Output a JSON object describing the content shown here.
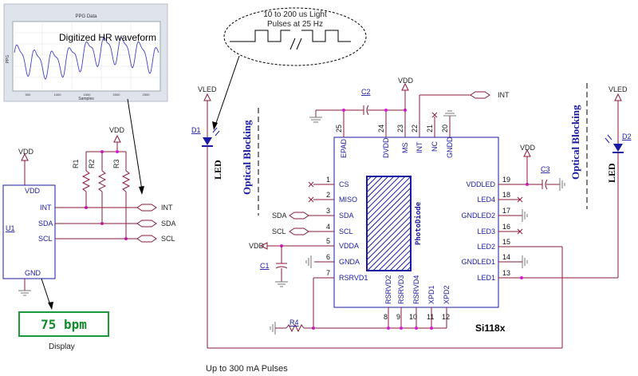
{
  "waveform": {
    "title": "PPG Data",
    "overlay_label": "Digitized HR waveform",
    "ylabel": "PPG",
    "xlabel": "Samples",
    "x_ticks": [
      "500",
      "1000",
      "1500",
      "2000",
      "2500"
    ]
  },
  "pulse_callout": {
    "line1": "10 to 200 us Light",
    "line2": "Pulses at 25 Hz"
  },
  "display": {
    "readout": "75 bpm",
    "caption": "Display"
  },
  "u1": {
    "ref": "U1",
    "pins": {
      "vdd": "VDD",
      "int": "INT",
      "sda": "SDA",
      "scl": "SCL",
      "gnd": "GND"
    }
  },
  "pullups": {
    "vdd": "VDD",
    "r1": "R1",
    "r2": "R2",
    "r3": "R3"
  },
  "bus": {
    "int": "INT",
    "sda": "SDA",
    "scl": "SCL"
  },
  "led1": {
    "supply": "VLED",
    "ref": "D1",
    "label": "LED"
  },
  "led2": {
    "supply": "VLED",
    "ref": "D2",
    "label": "LED"
  },
  "optical_blocking": "Optical Blocking",
  "chip": {
    "name": "Si118x",
    "photodiode": "PhotoDiode",
    "top_vdd": "VDD",
    "top_int": "INT",
    "c2": "C2",
    "c3": "C3",
    "c1": "C1",
    "r4": "R4",
    "right_vdd": "VDD",
    "sda_net": "SDA",
    "scl_net": "SCL",
    "vdd_net": "VDD",
    "top_pins": [
      {
        "name": "EPAD",
        "num": "25"
      },
      {
        "name": "DVDD",
        "num": "24"
      },
      {
        "name": "MS",
        "num": "23"
      },
      {
        "name": "INT",
        "num": "22"
      },
      {
        "name": "NC",
        "num": "21"
      },
      {
        "name": "GNDD",
        "num": "20"
      }
    ],
    "left_pins": [
      {
        "name": "CS",
        "num": "1"
      },
      {
        "name": "MISO",
        "num": "2"
      },
      {
        "name": "SDA",
        "num": "3"
      },
      {
        "name": "SCL",
        "num": "4"
      },
      {
        "name": "VDDA",
        "num": "5"
      },
      {
        "name": "GNDA",
        "num": "6"
      },
      {
        "name": "RSRVD1",
        "num": "7"
      }
    ],
    "right_pins": [
      {
        "name": "VDDLED",
        "num": "19"
      },
      {
        "name": "LED4",
        "num": "18"
      },
      {
        "name": "GNDLED2",
        "num": "17"
      },
      {
        "name": "LED3",
        "num": "16"
      },
      {
        "name": "LED2",
        "num": "15"
      },
      {
        "name": "GNDLED1",
        "num": "14"
      },
      {
        "name": "LED1",
        "num": "13"
      }
    ],
    "bottom_pins": [
      {
        "name": "RSRVD2",
        "num": "8"
      },
      {
        "name": "RSRVD3",
        "num": "9"
      },
      {
        "name": "RSRVD4",
        "num": "10"
      },
      {
        "name": "XPD1",
        "num": "11"
      },
      {
        "name": "XPD2",
        "num": "12"
      }
    ]
  },
  "footer_note": "Up to 300 mA Pulses"
}
